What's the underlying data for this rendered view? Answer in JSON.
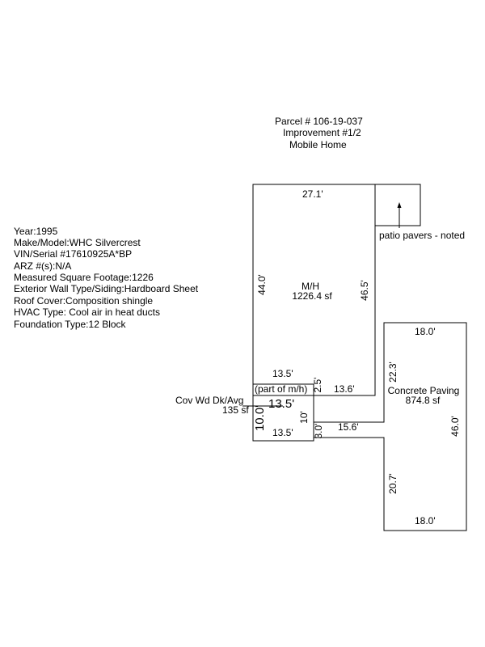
{
  "header": {
    "parcel": "Parcel # 106-19-037",
    "improvement": "Improvement #1/2",
    "type": "Mobile Home"
  },
  "details": [
    "Year:1995",
    "Make/Model:WHC Silvercrest",
    "VIN/Serial #17610925A*BP",
    "ARZ #(s):N/A",
    "Measured Square Footage:1226",
    "Exterior Wall Type/Siding:Hardboard Sheet",
    "Roof Cover:Composition shingle",
    "HVAC Type: Cool air in heat ducts",
    "Foundation Type:12 Block"
  ],
  "sketch": {
    "mh": {
      "name": "M/H",
      "area": "1226.4 sf",
      "top": "27.1'",
      "left": "44.0'",
      "right": "46.5'",
      "bottom_left": "13.5'",
      "bottom_right": "13.6'",
      "step": "2.5'"
    },
    "deck": {
      "note": "(part of m/h)",
      "name": "Cov Wd Dk/Avg",
      "area": "135 sf",
      "top": "13.5'",
      "left": "10.0'",
      "right": "10'",
      "bottom": "13.5'"
    },
    "paving": {
      "name": "Concrete Paving",
      "area": "874.8 sf",
      "top": "18.0'",
      "bottom": "18.0'",
      "right": "46.0'",
      "left_upper": "22.3'",
      "left_lower": "20.7'",
      "connector_length": "15.6'",
      "connector_width": "3.0'"
    },
    "patio_note": "patio pavers - noted"
  }
}
